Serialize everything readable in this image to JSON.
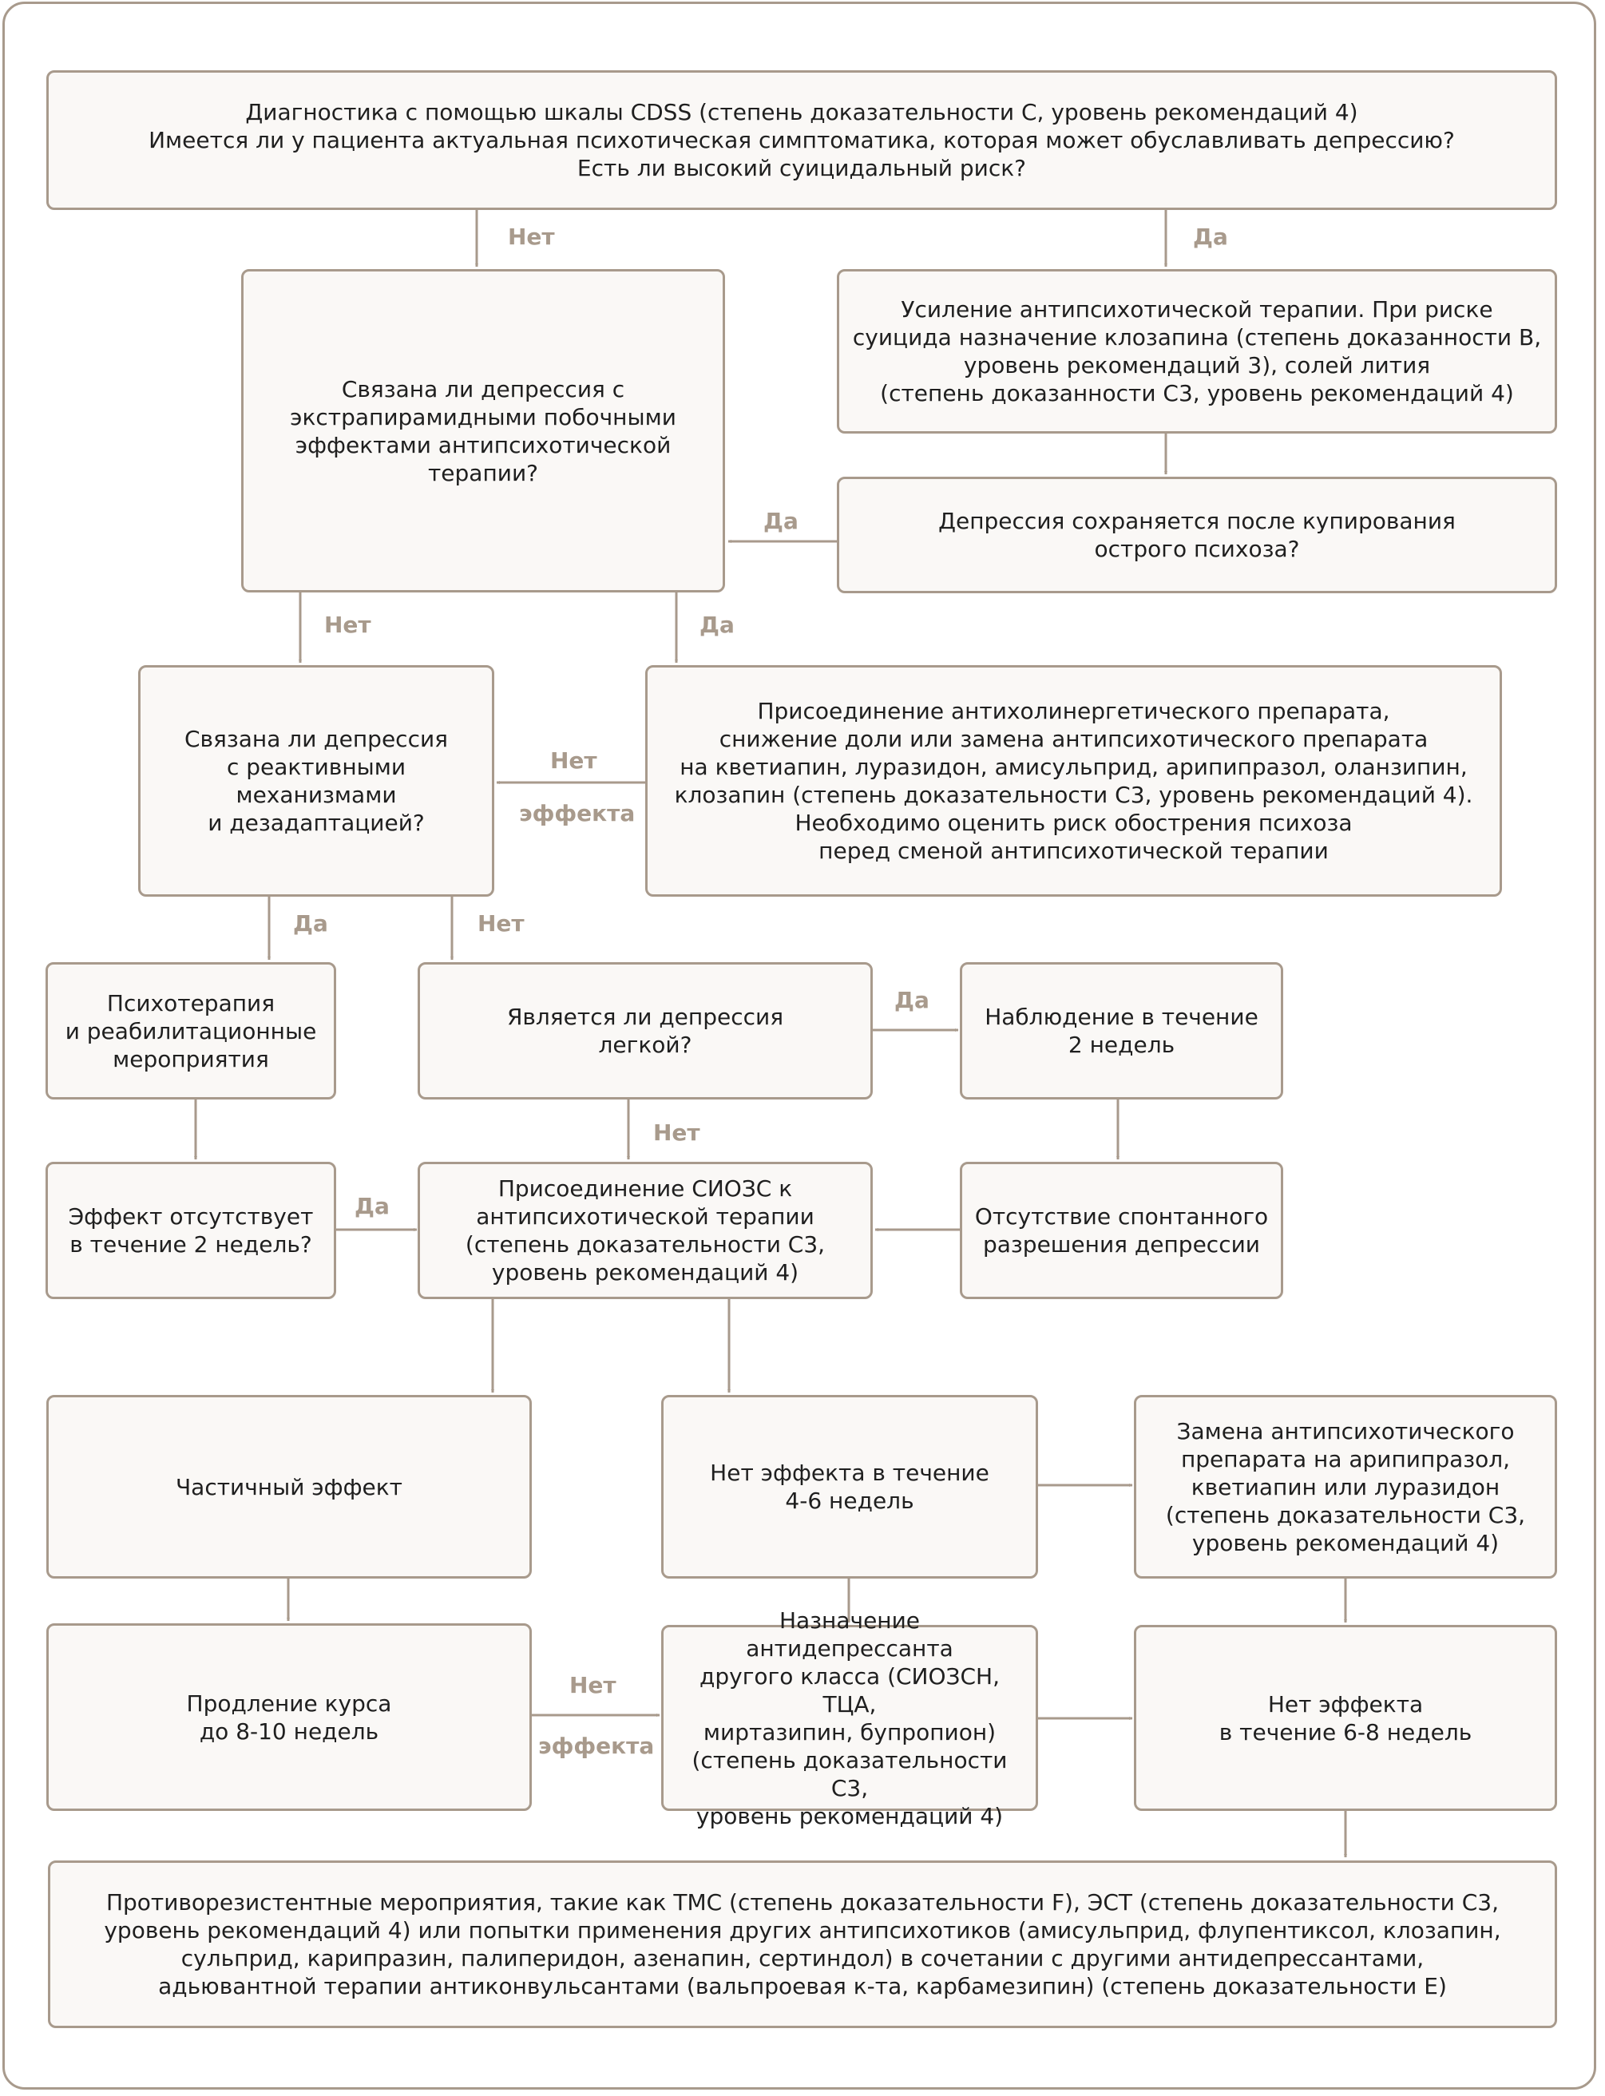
{
  "nodes": {
    "n_top": "Диагностика с помощью шкалы CDSS (степень доказательности С, уровень рекомендаций 4)\nИмеется ли у пациента актуальная психотическая симптоматика, которая может обуславливать депрессию?\nЕсть ли высокий суицидальный риск?",
    "n_eps": "Связана ли депрессия с\nэкстрапирамидными побочными\nэффектами антипсихотической\nтерапии?",
    "n_boost": "Усиление антипсихотической терапии. При риске\nсуицида назначение клозапина (степень доказанности В,\nуровень рекомендаций 3), солей лития\n(степень доказанности С3, уровень рекомендаций 4)",
    "n_persist": "Депрессия сохраняется после купирования\nострого психоза?",
    "n_reactive": "Связана ли депрессия\nс реактивными\nмеханизмами\nи дезадаптацией?",
    "n_anticholin": "Присоединение антихолинергетического препарата,\nснижение доли или замена антипсихотического препарата\nна кветиапин, луразидон, амисульприд, арипипразол, оланзипин,\nклозапин (степень доказательности С3, уровень рекомендаций 4).\nНеобходимо оценить риск обострения психоза\nперед сменой антипсихотической терапии",
    "n_psycho": "Психотерапия\nи реабилитационные\nмероприятия",
    "n_mild": "Является ли депрессия\nлегкой?",
    "n_observe": "Наблюдение в течение\n2 недель",
    "n_noeffect2": "Эффект отсутствует\nв течение 2 недель?",
    "n_ssri": "Присоединение СИОЗС к\nантипсихотической терапии\n(степень доказательности С3,\nуровень рекомендаций 4)",
    "n_nospont": "Отсутствие спонтанного\nразрешения депрессии",
    "n_partial": "Частичный эффект",
    "n_noeffect46": "Нет эффекта в течение\n4-6 недель",
    "n_replace": "Замена антипсихотического\nпрепарата на арипипразол,\nкветиапин или луразидон\n(степень доказательности С3,\nуровень рекомендаций 4)",
    "n_extend": "Продление курса\nдо 8-10 недель",
    "n_other_ad": "Назначение антидепрессанта\nдругого класса (СИОЗСН, ТЦА,\nмиртазипин, бупропион)\n(степень доказательности С3,\nуровень рекомендаций 4)",
    "n_noeffect68": "Нет эффекта\nв течение 6-8 недель",
    "n_resist": "Противорезистентные мероприятия, такие как ТМС (степень доказательности F), ЭСТ (степень доказательности С3,\nуровень рекомендаций 4) или попытки применения других антипсихотиков (амисульприд, флупентиксол, клозапин,\nсульприд, карипразин, палиперидон, азенапин, сертиндол) в сочетании с другими антидепрессантами,\nадьювантной терапии антиконвульсантами (вальпроевая к-та, карбамезипин) (степень доказательности Е)"
  },
  "labels": {
    "no": "Нет",
    "yes": "Да",
    "no_effect_1": "Нет",
    "no_effect_2": "эффекта"
  },
  "colors": {
    "accent": "#a89a8c",
    "box_fill": "#faf8f6",
    "text": "#1f1f1f"
  }
}
